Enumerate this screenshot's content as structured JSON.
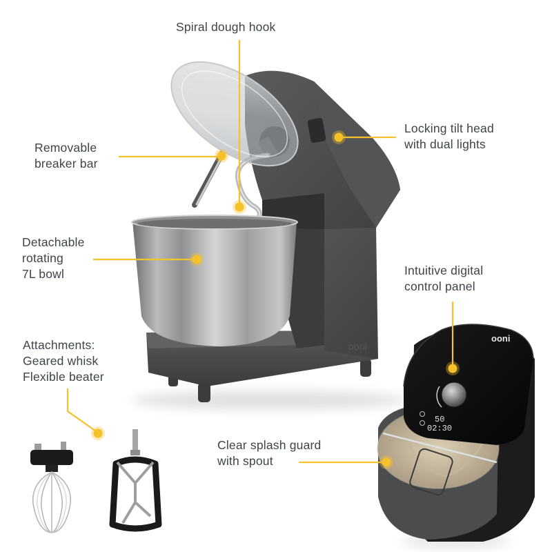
{
  "page": {
    "type": "product-feature-callout",
    "product": "Stand mixer",
    "brand_mark": "ooni"
  },
  "colors": {
    "accent": "#f6c12b",
    "accent_halo": "#f6d77a",
    "text": "#3d4448",
    "background": "#ffffff",
    "mixer_body": "#4a4c4d",
    "bowl_steel": "#a9abad",
    "panel_black": "#0d0d0d"
  },
  "callouts": [
    {
      "id": "spiral-dough-hook",
      "lines": [
        "Spiral dough hook"
      ]
    },
    {
      "id": "removable-breaker-bar",
      "lines": [
        "Removable",
        "breaker bar"
      ]
    },
    {
      "id": "locking-tilt-head",
      "lines": [
        "Locking tilt head",
        "with dual lights"
      ]
    },
    {
      "id": "detachable-bowl",
      "lines": [
        "Detachable",
        "rotating",
        "7L bowl"
      ]
    },
    {
      "id": "digital-control-panel",
      "lines": [
        "Intuitive digital",
        "control panel"
      ]
    },
    {
      "id": "attachments",
      "lines": [
        "Attachments:",
        "Geared whisk",
        "Flexible beater"
      ]
    },
    {
      "id": "splash-guard",
      "lines": [
        "Clear splash guard",
        "with spout"
      ]
    }
  ],
  "control_panel": {
    "brand": "ooni",
    "display_speed": "50",
    "display_time": "02:30"
  },
  "base_logo": "ooni"
}
